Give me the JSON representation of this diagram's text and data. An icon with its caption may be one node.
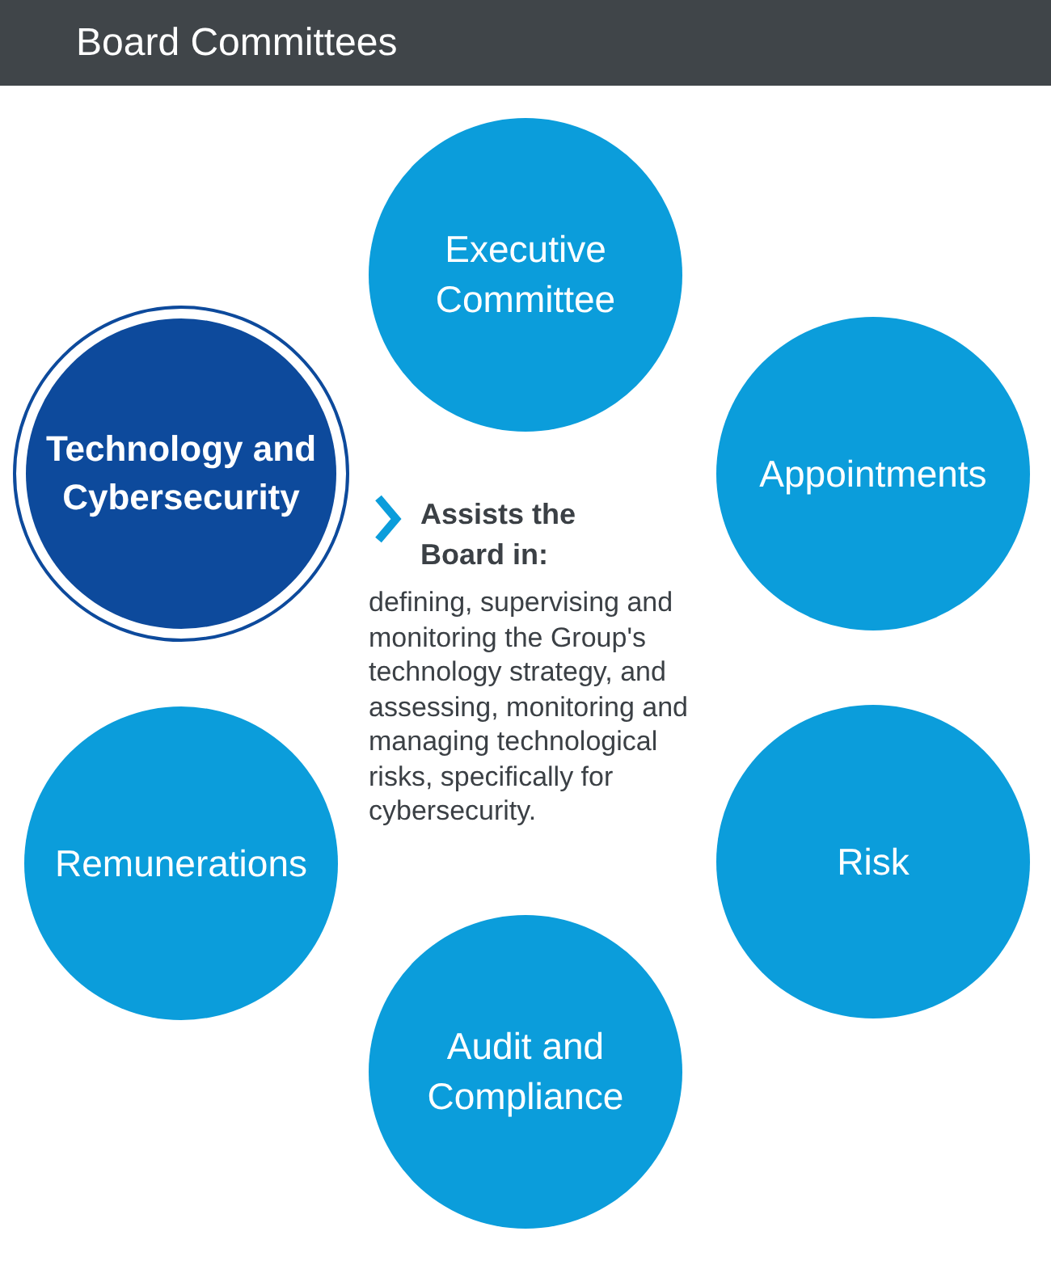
{
  "diagram": {
    "title": "Board Committees",
    "nodes": [
      {
        "text": [
          "Executive Committee"
        ]
      },
      {
        "text": [
          "Technology and Cybersecurity"
        ]
      },
      {
        "text": [
          "Appointments"
        ]
      },
      {
        "text": [
          "Remunerations"
        ]
      },
      {
        "text": [
          "Risk"
        ]
      },
      {
        "text": [
          "Audit and Compliance"
        ]
      }
    ],
    "labels": [
      "Assists the Board in:",
      "defining, supervising and monitoring the Group's technology strategy, and assessing, monitoring and managing technological risks, specifically for cybersecurity."
    ]
  }
}
